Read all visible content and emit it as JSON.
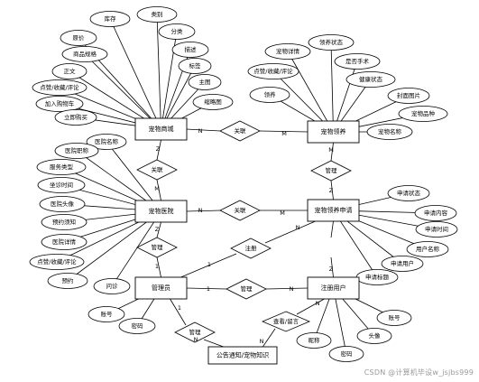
{
  "entities": {
    "product": "宠物商城",
    "goods": "宠物领养",
    "hospital": "宠物医院",
    "application": "宠物领养申请",
    "admin": "管理员",
    "user": "注册用户",
    "notice": "公告通知/宠物知识"
  },
  "relations": {
    "product_goods": "关联",
    "goods_lower": "关联",
    "hospital_app": "关联",
    "app_user": "注册",
    "hospital_admin": "管理",
    "admin_app": "管理",
    "admin_user": "管理",
    "admin_notice": "管理",
    "user_notice": "查看/留言"
  },
  "cardinalities": {
    "prod_rel": "N",
    "rel_goods": "M",
    "prod_down": "Z",
    "hosp_up": "M",
    "hosp_rel": "N",
    "rel_app": "M",
    "goods_up": "M",
    "app_down": "Z",
    "hosp_down": "Z",
    "admin_up": "1",
    "admin_diag": "1",
    "diag_app": "N",
    "admin_right": "1",
    "user_left": "N",
    "user_up": "Z",
    "admin_down": "1",
    "notice_left": "N",
    "notice_right": "N",
    "user_down": "N"
  },
  "attributes": {
    "product": [
      "库存",
      "类别",
      "原价",
      "分类",
      "商品规格",
      "描述",
      "正文",
      "标签",
      "点赞/收藏/评论",
      "主图",
      "加入购物车",
      "缩略图",
      "立即购买"
    ],
    "goods": [
      "宠物详情",
      "领养状态",
      "点赞/收藏/评论",
      "是否手术",
      "健康状态",
      "领养",
      "封面图片",
      "宠物品种",
      "宠物名称"
    ],
    "hospital": [
      "医院名称",
      "医院职称",
      "服务类型",
      "坐诊时间",
      "医院头像",
      "预约须知",
      "医院详情",
      "点赞/收藏/评论",
      "预约",
      "问诊"
    ],
    "application": [
      "申请状态",
      "申请内容",
      "申请时间",
      "用户名称",
      "申请用户",
      "申请标题"
    ],
    "admin": [
      "账号",
      "密码"
    ],
    "user": [
      "账号",
      "头像",
      "昵称",
      "密码"
    ]
  },
  "watermark": "CSDN @计算机毕设w_jsjbs999"
}
